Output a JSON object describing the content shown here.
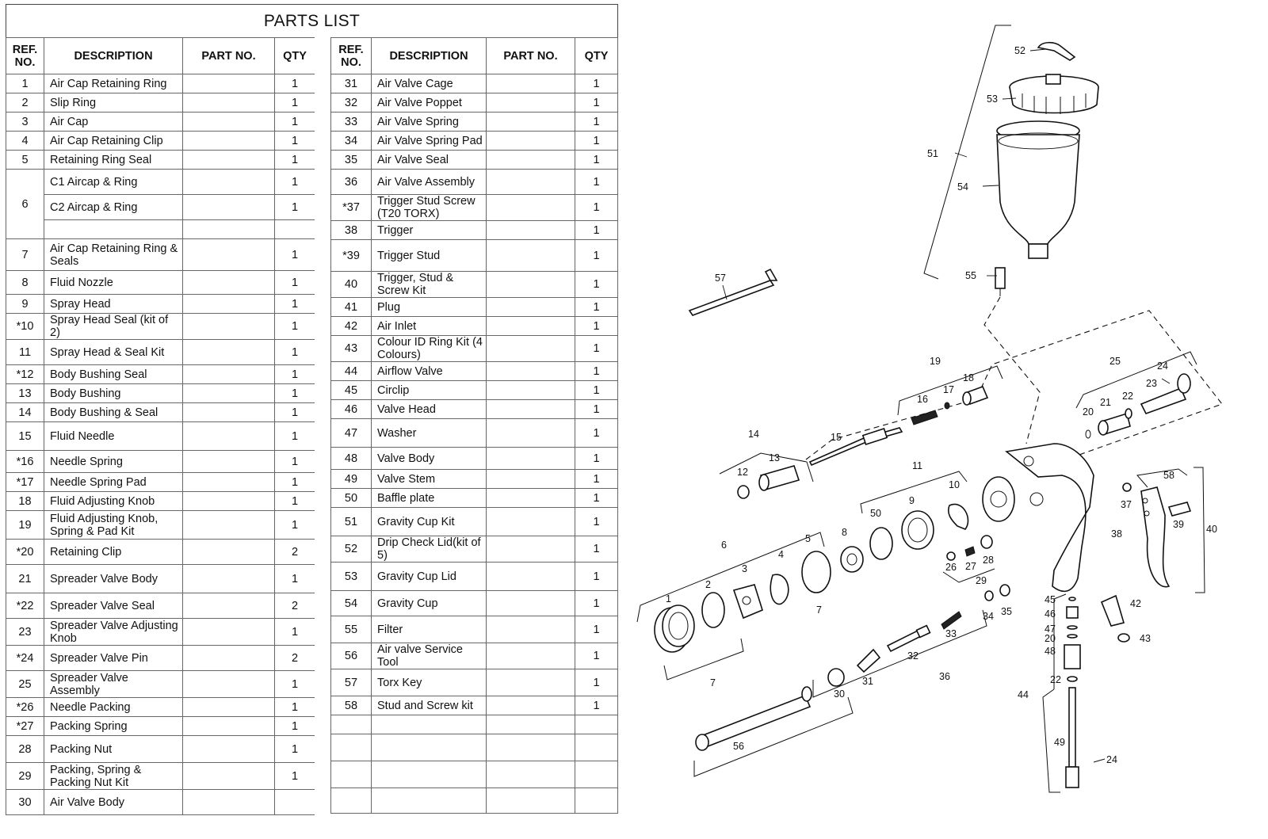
{
  "title": "PARTS LIST",
  "headers": {
    "ref": "REF. NO.",
    "description": "DESCRIPTION",
    "part_no": "PART NO.",
    "qty": "QTY"
  },
  "left_rows": [
    {
      "ref": "1",
      "desc": "Air Cap Retaining Ring",
      "qty": "1"
    },
    {
      "ref": "2",
      "desc": "Slip Ring",
      "qty": "1"
    },
    {
      "ref": "3",
      "desc": "Air Cap",
      "qty": "1"
    },
    {
      "ref": "4",
      "desc": "Air Cap Retaining Clip",
      "qty": "1"
    },
    {
      "ref": "5",
      "desc": "Retaining Ring Seal",
      "qty": "1"
    },
    {
      "ref": "6",
      "desc": "C1  Aircap & Ring",
      "qty": "1"
    },
    {
      "ref": "",
      "desc": "C2  Aircap & Ring",
      "qty": "1"
    },
    {
      "ref": "",
      "desc": "",
      "qty": ""
    },
    {
      "ref": "7",
      "desc": "Air Cap Retaining Ring & Seals",
      "qty": "1"
    },
    {
      "ref": "8",
      "desc": "Fluid Nozzle",
      "qty": "1"
    },
    {
      "ref": "9",
      "desc": "Spray Head",
      "qty": "1"
    },
    {
      "ref": "*10",
      "desc": "Spray Head Seal (kit of 2)",
      "qty": "1"
    },
    {
      "ref": "11",
      "desc": "Spray Head & Seal Kit",
      "qty": "1"
    },
    {
      "ref": "*12",
      "desc": "Body Bushing Seal",
      "qty": "1"
    },
    {
      "ref": "13",
      "desc": "Body Bushing",
      "qty": "1"
    },
    {
      "ref": "14",
      "desc": "Body Bushing & Seal",
      "qty": "1"
    },
    {
      "ref": "15",
      "desc": "Fluid Needle",
      "qty": "1"
    },
    {
      "ref": "*16",
      "desc": "Needle Spring",
      "qty": "1"
    },
    {
      "ref": "*17",
      "desc": "Needle Spring Pad",
      "qty": "1"
    },
    {
      "ref": "18",
      "desc": "Fluid Adjusting Knob",
      "qty": "1"
    },
    {
      "ref": "19",
      "desc": "Fluid Adjusting Knob, Spring & Pad Kit",
      "qty": "1"
    },
    {
      "ref": "*20",
      "desc": "Retaining Clip",
      "qty": "2"
    },
    {
      "ref": "21",
      "desc": "Spreader Valve Body",
      "qty": "1"
    },
    {
      "ref": "*22",
      "desc": "Spreader Valve Seal",
      "qty": "2"
    },
    {
      "ref": "23",
      "desc": "Spreader Valve Adjusting Knob",
      "qty": "1"
    },
    {
      "ref": "*24",
      "desc": "Spreader Valve Pin",
      "qty": "2"
    },
    {
      "ref": "25",
      "desc": "Spreader Valve Assembly",
      "qty": "1"
    },
    {
      "ref": "*26",
      "desc": "Needle Packing",
      "qty": "1"
    },
    {
      "ref": "*27",
      "desc": "Packing Spring",
      "qty": "1"
    },
    {
      "ref": "28",
      "desc": "Packing Nut",
      "qty": "1"
    },
    {
      "ref": "29",
      "desc": "Packing, Spring & Packing Nut Kit",
      "qty": "1"
    },
    {
      "ref": "30",
      "desc": "Air Valve Body",
      "qty": ""
    }
  ],
  "right_rows": [
    {
      "ref": "31",
      "desc": "Air Valve Cage",
      "qty": "1"
    },
    {
      "ref": "32",
      "desc": "Air Valve Poppet",
      "qty": "1"
    },
    {
      "ref": "33",
      "desc": "Air Valve Spring",
      "qty": "1"
    },
    {
      "ref": "34",
      "desc": "Air Valve Spring Pad",
      "qty": "1"
    },
    {
      "ref": "35",
      "desc": "Air Valve Seal",
      "qty": "1"
    },
    {
      "ref": "36",
      "desc": "Air Valve Assembly",
      "qty": "1"
    },
    {
      "ref": "*37",
      "desc": "Trigger Stud Screw (T20 TORX)",
      "qty": "1"
    },
    {
      "ref": "38",
      "desc": "Trigger",
      "qty": "1"
    },
    {
      "ref": "*39",
      "desc": "Trigger Stud",
      "qty": "1"
    },
    {
      "ref": "40",
      "desc": "Trigger, Stud & Screw Kit",
      "qty": "1"
    },
    {
      "ref": "41",
      "desc": "Plug",
      "qty": "1"
    },
    {
      "ref": "42",
      "desc": "Air Inlet",
      "qty": "1"
    },
    {
      "ref": "43",
      "desc": "Colour ID Ring Kit (4 Colours)",
      "qty": "1"
    },
    {
      "ref": "44",
      "desc": "Airflow Valve",
      "qty": "1"
    },
    {
      "ref": "45",
      "desc": "Circlip",
      "qty": "1"
    },
    {
      "ref": "46",
      "desc": "Valve Head",
      "qty": "1"
    },
    {
      "ref": "47",
      "desc": "Washer",
      "qty": "1"
    },
    {
      "ref": "48",
      "desc": "Valve Body",
      "qty": "1"
    },
    {
      "ref": "49",
      "desc": "Valve Stem",
      "qty": "1"
    },
    {
      "ref": "50",
      "desc": "Baffle plate",
      "qty": "1"
    },
    {
      "ref": "51",
      "desc": "Gravity Cup Kit",
      "qty": "1"
    },
    {
      "ref": "52",
      "desc": "Drip Check Lid(kit of 5)",
      "qty": "1"
    },
    {
      "ref": "53",
      "desc": "Gravity Cup Lid",
      "qty": "1"
    },
    {
      "ref": "54",
      "desc": "Gravity Cup",
      "qty": "1"
    },
    {
      "ref": "55",
      "desc": "Filter",
      "qty": "1"
    },
    {
      "ref": "56",
      "desc": "Air valve Service Tool",
      "qty": "1"
    },
    {
      "ref": "57",
      "desc": "Torx Key",
      "qty": "1"
    },
    {
      "ref": "58",
      "desc": "Stud and Screw kit",
      "qty": "1"
    },
    {
      "ref": "",
      "desc": "",
      "qty": ""
    },
    {
      "ref": "",
      "desc": "",
      "qty": ""
    },
    {
      "ref": "",
      "desc": "",
      "qty": ""
    },
    {
      "ref": "",
      "desc": "",
      "qty": ""
    }
  ],
  "diagram_labels": [
    "1",
    "2",
    "3",
    "4",
    "5",
    "6",
    "7",
    "8",
    "9",
    "10",
    "11",
    "12",
    "13",
    "14",
    "15",
    "16",
    "17",
    "18",
    "19",
    "20",
    "21",
    "22",
    "23",
    "24",
    "24",
    "25",
    "26",
    "27",
    "28",
    "29",
    "30",
    "31",
    "32",
    "33",
    "34",
    "35",
    "36",
    "37",
    "38",
    "39",
    "40",
    "42",
    "43",
    "44",
    "45",
    "46",
    "47",
    "48",
    "49",
    "50",
    "51",
    "52",
    "53",
    "54",
    "55",
    "56",
    "57",
    "58"
  ]
}
